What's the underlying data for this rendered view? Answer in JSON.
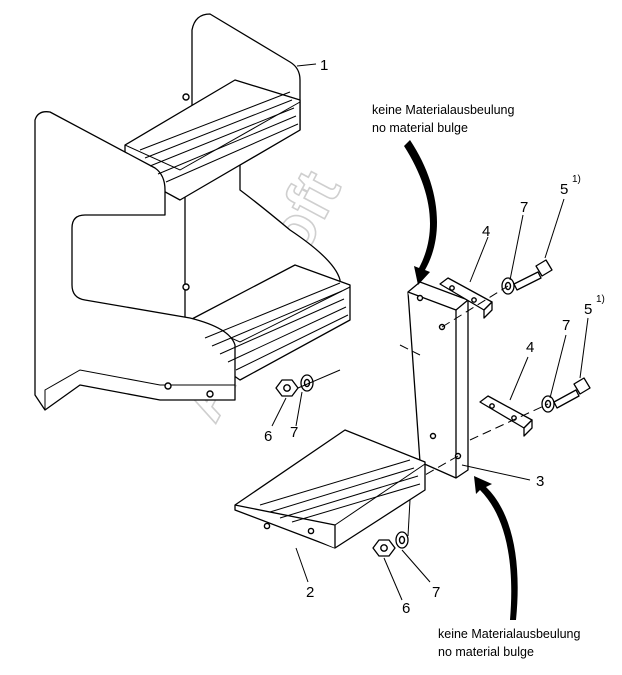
{
  "diagram": {
    "watermark": "AutoSoft",
    "notes": {
      "top": {
        "line1": "keine Materialausbeulung",
        "line2": "no material bulge"
      },
      "bottom": {
        "line1": "keine Materialausbeulung",
        "line2": "no material bulge"
      }
    },
    "callouts": {
      "frame": "1",
      "lower_step": "2",
      "plate": "3",
      "bracket_upper": "4",
      "bracket_lower": "4",
      "bolt_upper": "5",
      "bolt_lower": "5",
      "bolt_upper_note": "1)",
      "bolt_lower_note": "1)",
      "nut_upper": "6",
      "nut_lower": "6",
      "washer_upper_left": "7",
      "washer_lower_left": "7",
      "washer_upper_right": "7",
      "washer_lower_right": "7"
    }
  }
}
